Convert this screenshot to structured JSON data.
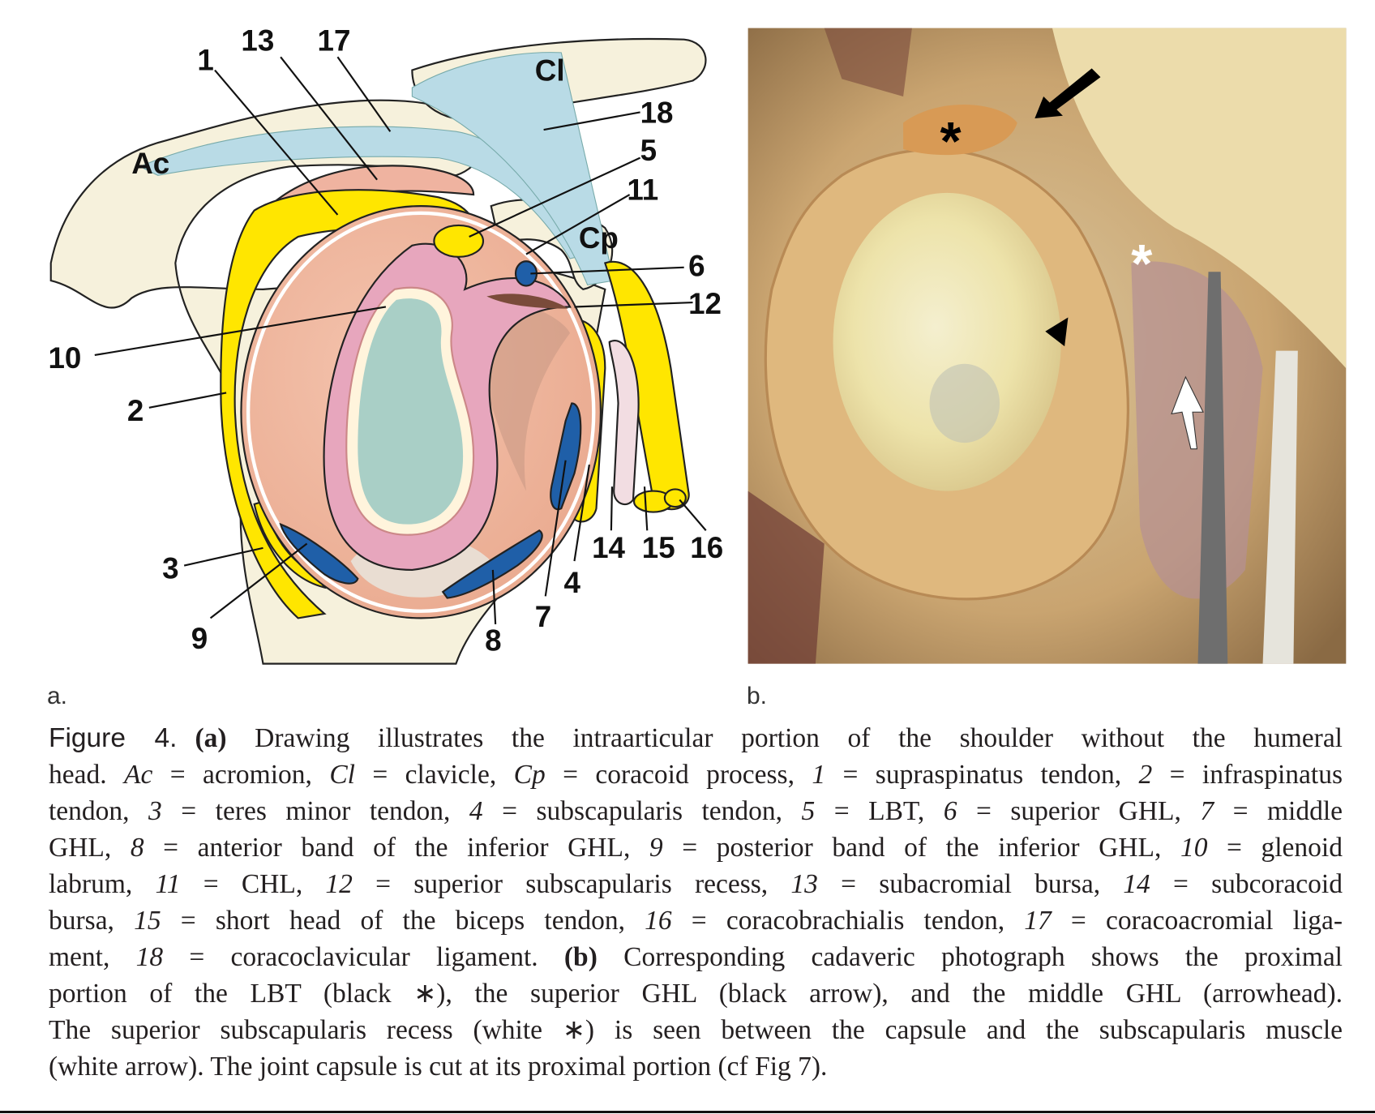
{
  "panel_a": {
    "label": "a.",
    "callouts": {
      "ac": "Ac",
      "cl": "Cl",
      "cp": "Cp",
      "n1": "1",
      "n2": "2",
      "n3": "3",
      "n4": "4",
      "n5": "5",
      "n6": "6",
      "n7": "7",
      "n8": "8",
      "n9": "9",
      "n10": "10",
      "n11": "11",
      "n12": "12",
      "n13": "13",
      "n14": "14",
      "n15": "15",
      "n16": "16",
      "n17": "17",
      "n18": "18"
    }
  },
  "panel_b": {
    "label": "b.",
    "black_asterisk": "*",
    "white_asterisk": "*"
  },
  "colors": {
    "bone": "#f6f1dc",
    "tendon_yellow": "#ffe600",
    "ligament_blue": "#1f5fa8",
    "ligament_light": "#b9dbe6",
    "bursa": "#efb3a0",
    "labrum": "#e7a6bd",
    "glenoid": "#a9cfc6"
  },
  "caption": {
    "lines": [
      [
        {
          "t": "Figure 4.",
          "s": "figlabel"
        },
        {
          "t": "(a)",
          "s": "bold"
        },
        {
          "t": " Drawing illustrates the intraarticular portion of the shoulder without the humeral",
          "s": "plain"
        }
      ],
      [
        {
          "t": "head. ",
          "s": "plain"
        },
        {
          "t": "Ac",
          "s": "italic"
        },
        {
          "t": " = acromion, ",
          "s": "plain"
        },
        {
          "t": "Cl",
          "s": "italic"
        },
        {
          "t": " = clavicle, ",
          "s": "plain"
        },
        {
          "t": "Cp",
          "s": "italic"
        },
        {
          "t": " = coracoid process, ",
          "s": "plain"
        },
        {
          "t": "1",
          "s": "italic"
        },
        {
          "t": " = supraspinatus tendon, ",
          "s": "plain"
        },
        {
          "t": "2",
          "s": "italic"
        },
        {
          "t": " = infraspinatus",
          "s": "plain"
        }
      ],
      [
        {
          "t": "tendon, ",
          "s": "plain"
        },
        {
          "t": "3",
          "s": "italic"
        },
        {
          "t": " = teres minor tendon, ",
          "s": "plain"
        },
        {
          "t": "4",
          "s": "italic"
        },
        {
          "t": " = subscapularis tendon, ",
          "s": "plain"
        },
        {
          "t": "5",
          "s": "italic"
        },
        {
          "t": " = LBT, ",
          "s": "plain"
        },
        {
          "t": "6",
          "s": "italic"
        },
        {
          "t": " = superior GHL, ",
          "s": "plain"
        },
        {
          "t": "7",
          "s": "italic"
        },
        {
          "t": " = middle",
          "s": "plain"
        }
      ],
      [
        {
          "t": "GHL, ",
          "s": "plain"
        },
        {
          "t": "8",
          "s": "italic"
        },
        {
          "t": " = anterior band of the inferior GHL, ",
          "s": "plain"
        },
        {
          "t": "9",
          "s": "italic"
        },
        {
          "t": " = posterior band of the inferior GHL, ",
          "s": "plain"
        },
        {
          "t": "10",
          "s": "italic"
        },
        {
          "t": " = glenoid",
          "s": "plain"
        }
      ],
      [
        {
          "t": "labrum, ",
          "s": "plain"
        },
        {
          "t": "11",
          "s": "italic"
        },
        {
          "t": " = CHL, ",
          "s": "plain"
        },
        {
          "t": "12",
          "s": "italic"
        },
        {
          "t": " = superior subscapularis recess, ",
          "s": "plain"
        },
        {
          "t": "13",
          "s": "italic"
        },
        {
          "t": " = subacromial bursa, ",
          "s": "plain"
        },
        {
          "t": "14",
          "s": "italic"
        },
        {
          "t": " = subcoracoid",
          "s": "plain"
        }
      ],
      [
        {
          "t": "bursa, ",
          "s": "plain"
        },
        {
          "t": "15",
          "s": "italic"
        },
        {
          "t": " = short head of the biceps tendon, ",
          "s": "plain"
        },
        {
          "t": "16",
          "s": "italic"
        },
        {
          "t": " = coracobrachialis tendon, ",
          "s": "plain"
        },
        {
          "t": "17",
          "s": "italic"
        },
        {
          "t": " = coracoacromial liga-",
          "s": "plain"
        }
      ],
      [
        {
          "t": "ment, ",
          "s": "plain"
        },
        {
          "t": "18",
          "s": "italic"
        },
        {
          "t": " = coracoclavicular ligament. ",
          "s": "plain"
        },
        {
          "t": "(b)",
          "s": "bold"
        },
        {
          "t": " Corresponding cadaveric photograph shows the proximal",
          "s": "plain"
        }
      ],
      [
        {
          "t": "portion of the LBT (black ∗), the superior GHL (black arrow), and the middle GHL (arrowhead).",
          "s": "plain"
        }
      ],
      [
        {
          "t": "The superior subscapularis recess (white ∗) is seen between the capsule and the subscapularis muscle",
          "s": "plain"
        }
      ],
      [
        {
          "t": "(white arrow). The joint capsule is cut at its proximal portion (cf Fig 7).",
          "s": "plain"
        }
      ]
    ]
  }
}
